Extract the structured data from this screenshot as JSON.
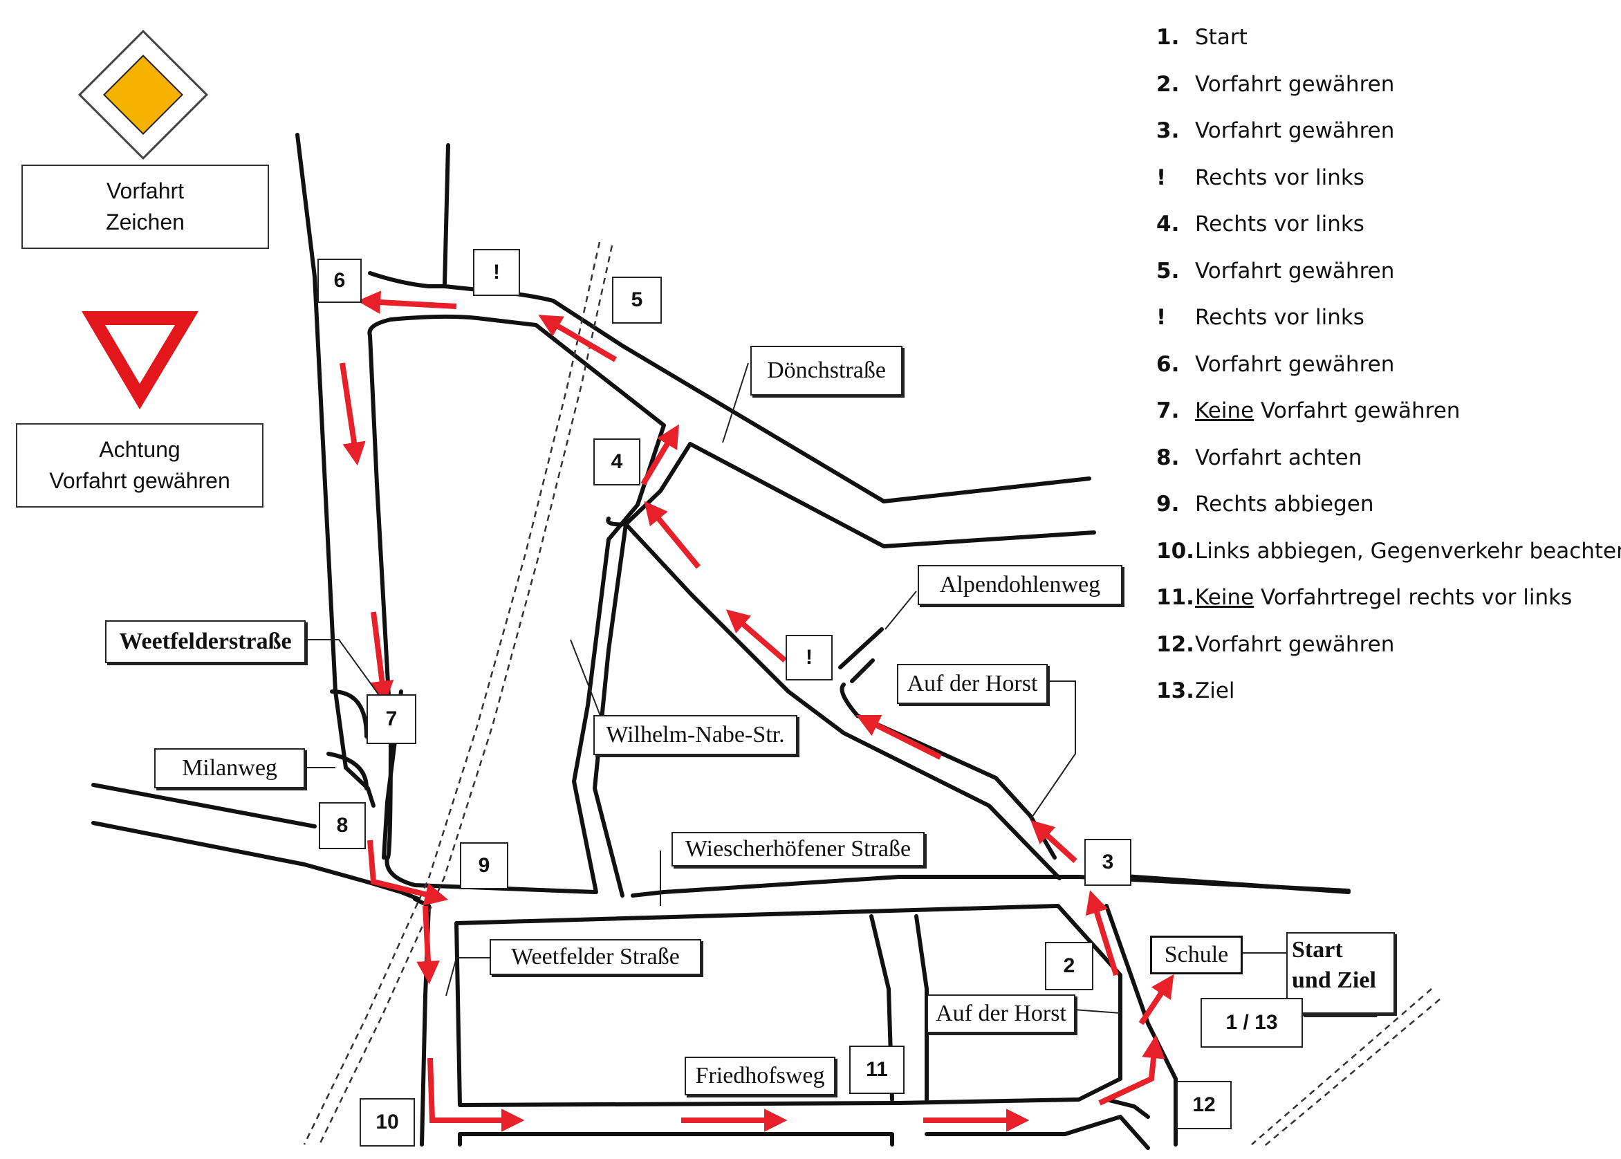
{
  "signs": {
    "priority_label_line1": "Vorfahrt",
    "priority_label_line2": "Zeichen",
    "yield_label_line1": "Achtung",
    "yield_label_line2": "Vorfahrt gewähren",
    "priority_icon": "priority-road-sign-icon",
    "yield_icon": "yield-sign-icon",
    "priority_color": "#F5B300",
    "yield_color": "#E3161B"
  },
  "steps": [
    {
      "num": "1.",
      "text": "Start"
    },
    {
      "num": "2.",
      "text": "Vorfahrt gewähren"
    },
    {
      "num": "3.",
      "text": "Vorfahrt gewähren"
    },
    {
      "num": "!",
      "text": "Rechts vor links"
    },
    {
      "num": "4.",
      "text": "Rechts vor links"
    },
    {
      "num": "5.",
      "text": "Vorfahrt gewähren"
    },
    {
      "num": "!",
      "text": "Rechts vor links"
    },
    {
      "num": "6.",
      "text": "Vorfahrt gewähren"
    },
    {
      "num": "7.",
      "underlined": "Keine",
      "text": " Vorfahrt gewähren"
    },
    {
      "num": "8.",
      "text": "Vorfahrt achten"
    },
    {
      "num": "9.",
      "text": "Rechts abbiegen"
    },
    {
      "num": "10.",
      "text": "Links abbiegen, Gegenverkehr beachten"
    },
    {
      "num": "11.",
      "underlined": "Keine",
      "text": " Vorfahrtregel rechts vor links"
    },
    {
      "num": "12.",
      "text": "Vorfahrt gewähren"
    },
    {
      "num": "13.",
      "text": "Ziel"
    }
  ],
  "markers": {
    "m6": "6",
    "excl_top": "!",
    "m5": "5",
    "m4": "4",
    "excl_mid": "!",
    "m7": "7",
    "m8": "8",
    "m9": "9",
    "m3": "3",
    "m2": "2",
    "m10": "10",
    "m11": "11",
    "m12": "12",
    "m1_13": "1 / 13"
  },
  "streets": {
    "doenchstrasse": "Dönchstraße",
    "alpendohlenweg": "Alpendohlenweg",
    "auf_der_horst_top": "Auf der Horst",
    "weetfelderstrasse": "Weetfelderstraße",
    "milanweg": "Milanweg",
    "wilhelm_nabe": "Wilhelm-Nabe-Str.",
    "wiescherhoefener": "Wiescherhöfener Straße",
    "weetfelder_strasse": "Weetfelder Straße",
    "auf_der_horst_bottom": "Auf der Horst",
    "friedhofsweg": "Friedhofsweg",
    "schule": "Schule",
    "start_line1": "Start",
    "start_line2": "und Ziel"
  },
  "colors": {
    "route_arrow": "#E8202A",
    "road_line": "#111111"
  }
}
